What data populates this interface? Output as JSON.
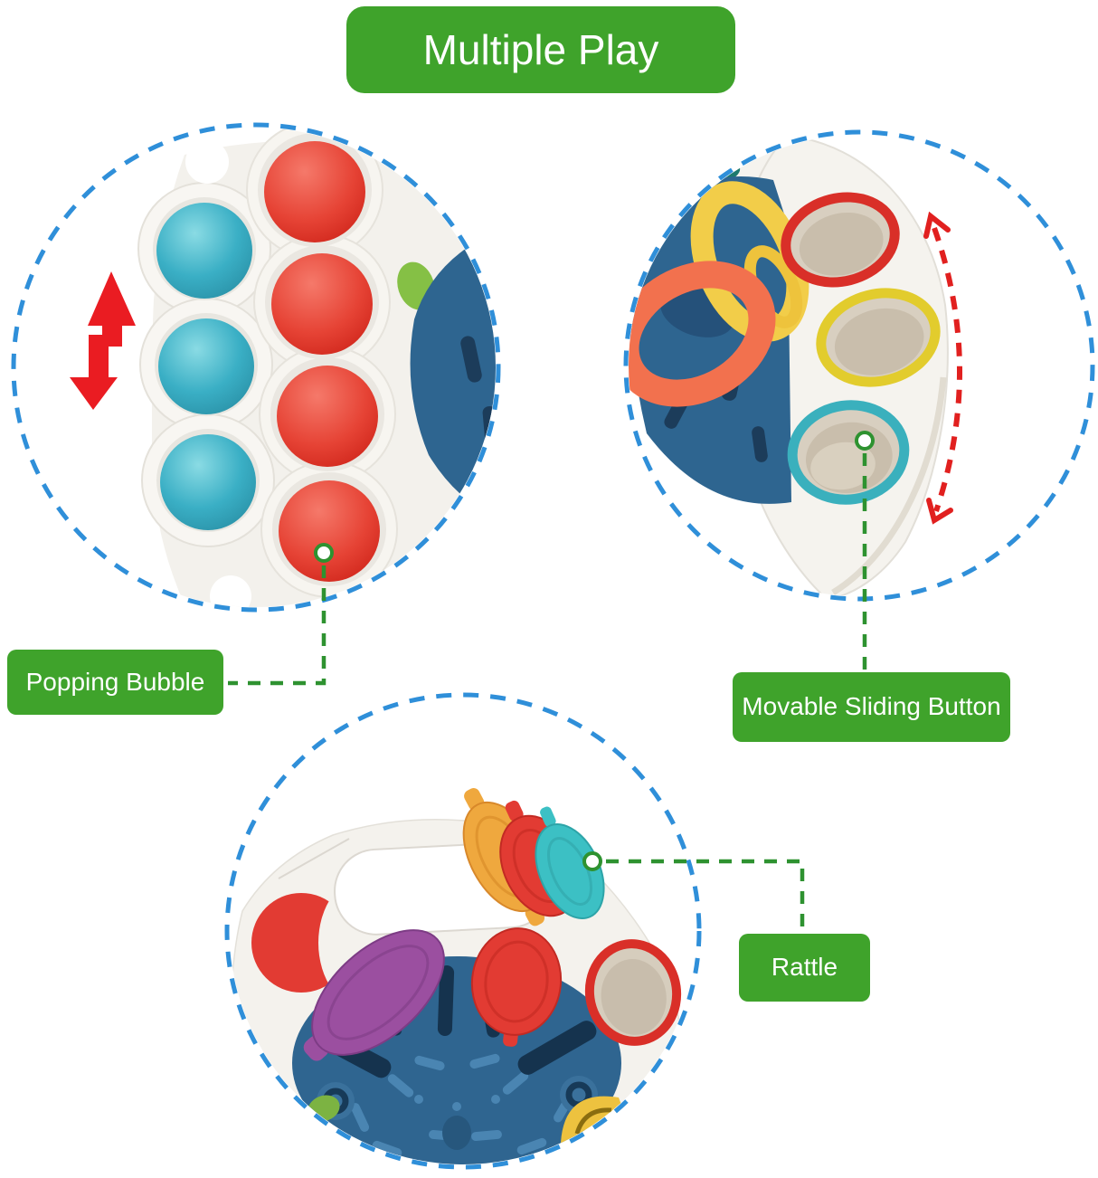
{
  "banner": {
    "title": "Multiple Play"
  },
  "features": [
    {
      "id": "popping-bubble",
      "label": "Popping Bubble"
    },
    {
      "id": "movable-sliding-button",
      "label": "Movable Sliding Button"
    },
    {
      "id": "rattle",
      "label": "Rattle"
    }
  ],
  "icons": {
    "up_down_arrows": "red-up-down-arrows-icon",
    "slide_direction_arc": "red-dashed-curved-double-arrow-icon",
    "point_marker": "green-circle-target-marker-icon"
  },
  "colors": {
    "banner_green": "#3fa32b",
    "dashed_circle_blue": "#2f8fd9",
    "connector_green": "#2e9230",
    "arrow_red": "#e81c22",
    "toy_red": "#e23b33",
    "toy_teal": "#3aafc5",
    "toy_base_blue": "#2e6590",
    "toy_yellow": "#f2cd49",
    "toy_orange": "#f2714e",
    "toy_purple": "#9b4fa0",
    "toy_shell_white": "#f4f2ed",
    "ring_interior_cream": "#d8cfc0",
    "background": "#ffffff"
  }
}
